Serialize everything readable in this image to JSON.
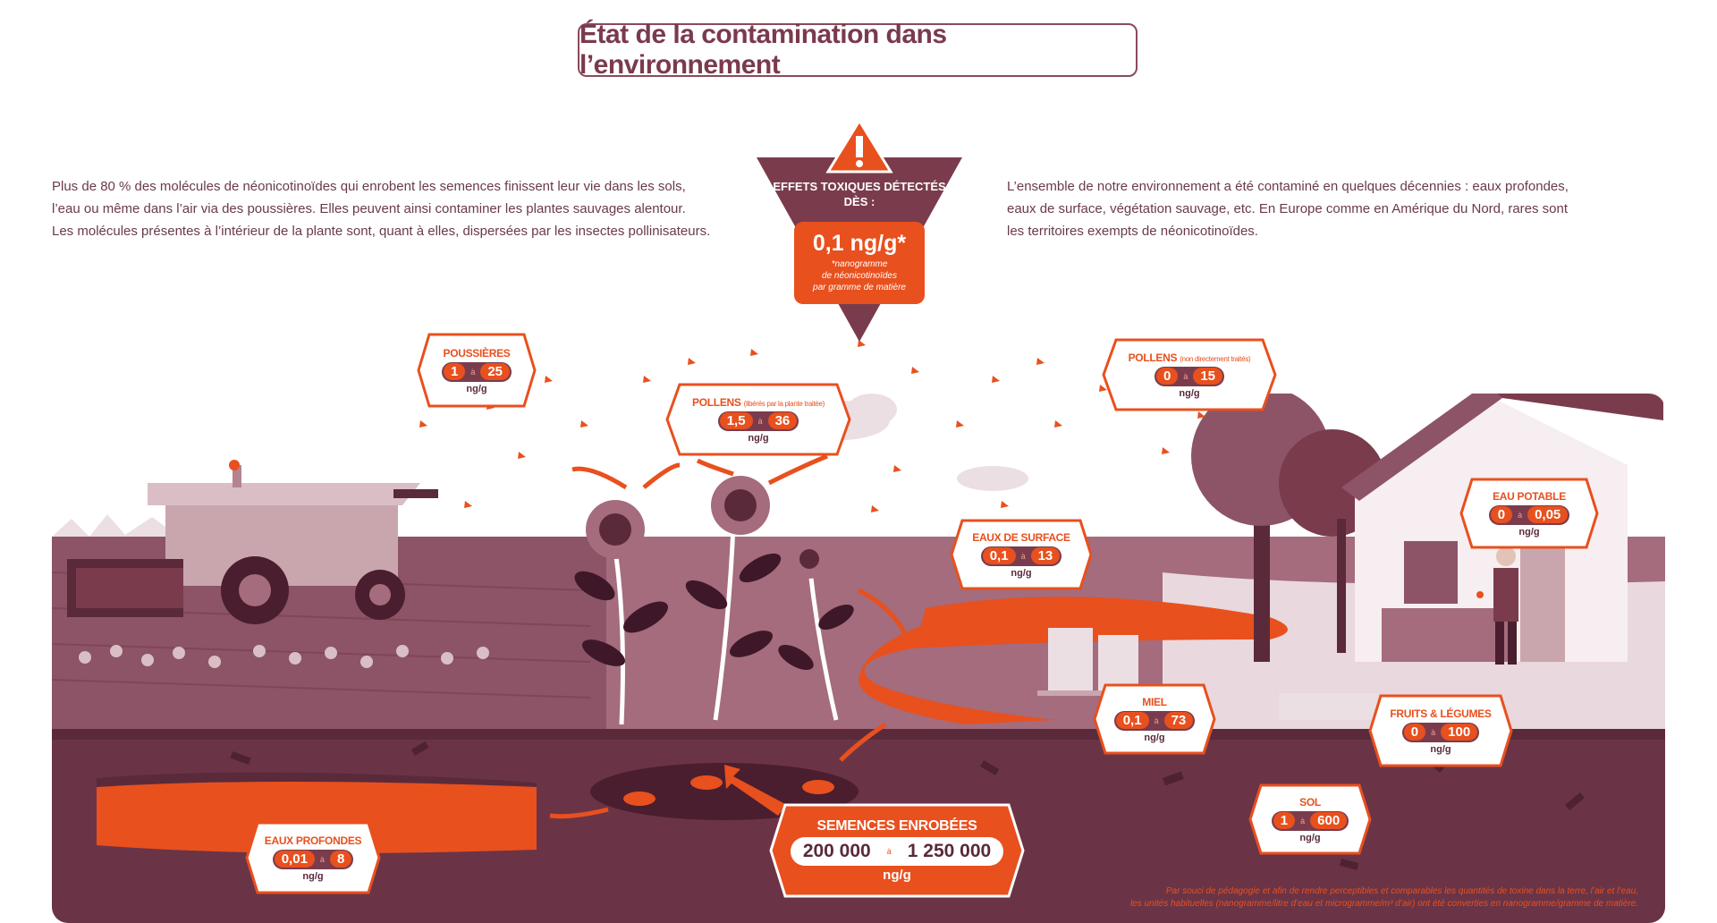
{
  "title": "État de la contamination dans l’environnement",
  "intro_left": [
    "Plus de 80 % des molécules de néonicotinoïdes qui enrobent les semences finissent leur vie dans les sols,",
    "l’eau ou même dans l’air via des poussières. Elles peuvent ainsi contaminer les plantes sauvages alentour.",
    "Les molécules présentes à l’intérieur de la plante sont, quant à elles, dispersées par les insectes pollinisateurs."
  ],
  "intro_right": [
    "L’ensemble de notre environnement a été contaminé en quelques décennies : eaux profondes,",
    "eaux de surface, végétation sauvage, etc. En Europe comme en Amérique du Nord, rares sont",
    "les territoires exempts de néonicotinoïdes."
  ],
  "warning": {
    "line1": "EFFETS TOXIQUES DÉTECTÉS",
    "line2": "DÈS :",
    "value": "0,1 ng/g*",
    "note1": "*nanogramme",
    "note2": "de néonicotinoïdes",
    "note3": "par gramme de matière"
  },
  "connector": "à",
  "labels": {
    "poussieres": {
      "name": "POUSSIÈRES",
      "sub": "",
      "min": "1",
      "max": "25",
      "unit": "ng/g"
    },
    "pollens_traitee": {
      "name": "POLLENS",
      "sub": "(libérés par la plante traitée)",
      "min": "1,5",
      "max": "36",
      "unit": "ng/g"
    },
    "pollens_non": {
      "name": "POLLENS",
      "sub": "(non directement traités)",
      "min": "0",
      "max": "15",
      "unit": "ng/g"
    },
    "eau_potable": {
      "name": "EAU POTABLE",
      "sub": "",
      "min": "0",
      "max": "0,05",
      "unit": "ng/g"
    },
    "eaux_surface": {
      "name": "EAUX DE SURFACE",
      "sub": "",
      "min": "0,1",
      "max": "13",
      "unit": "ng/g"
    },
    "miel": {
      "name": "MIEL",
      "sub": "",
      "min": "0,1",
      "max": "73",
      "unit": "ng/g"
    },
    "fruits": {
      "name": "FRUITS & LÉGUMES",
      "sub": "",
      "min": "0",
      "max": "100",
      "unit": "ng/g"
    },
    "sol": {
      "name": "SOL",
      "sub": "",
      "min": "1",
      "max": "600",
      "unit": "ng/g"
    },
    "eaux_profondes": {
      "name": "EAUX PROFONDES",
      "sub": "",
      "min": "0,01",
      "max": "8",
      "unit": "ng/g"
    },
    "semences": {
      "name": "SEMENCES ENROBÉES",
      "sub": "",
      "min": "200 000",
      "max": "1 250 000",
      "unit": "ng/g"
    }
  },
  "footnote": {
    "line1": "Par souci de pédagogie et afin de rendre perceptibles et comparables les quantités de toxine dans la terre, l’air et l’eau,",
    "line2": "les unités habituelles (nanogramme/litre d’eau et microgramme/m³ d’air) ont été converties en nanogramme/gramme de matière."
  },
  "colors": {
    "plum": "#7a3c4c",
    "orange": "#e8501e",
    "light": "#c9a6ae"
  }
}
